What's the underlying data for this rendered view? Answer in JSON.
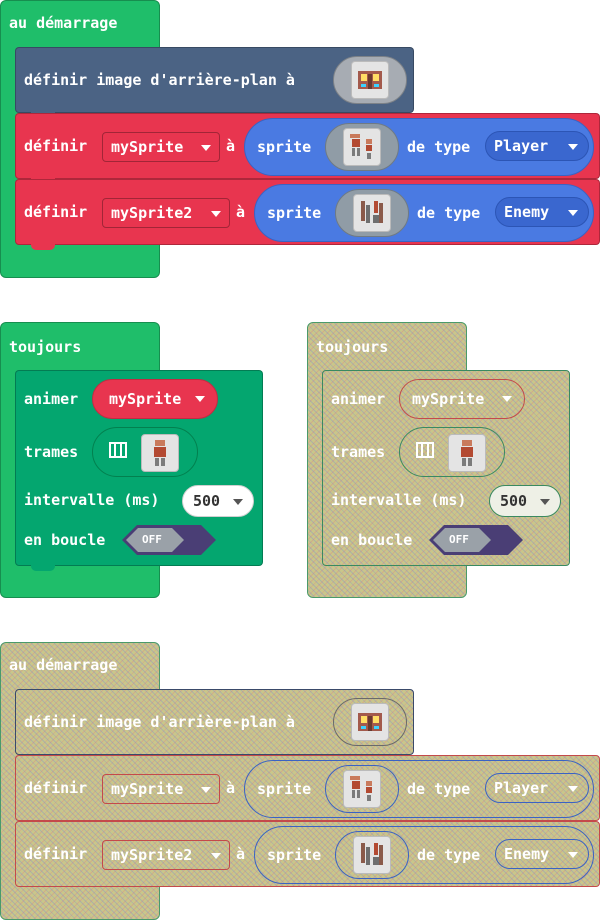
{
  "stack1": {
    "hat_label": "au démarrage",
    "background_label": "définir image d'arrière-plan à",
    "row1": {
      "set_label": "définir",
      "variable": "mySprite",
      "to_label": "à",
      "sprite_label": "sprite",
      "kind_label": "de type",
      "kind": "Player"
    },
    "row2": {
      "set_label": "définir",
      "variable": "mySprite2",
      "to_label": "à",
      "sprite_label": "sprite",
      "kind_label": "de type",
      "kind": "Enemy"
    }
  },
  "stack2": {
    "hat_label": "toujours",
    "animate_label": "animer",
    "animate_var": "mySprite",
    "frames_label": "trames",
    "interval_label": "intervalle (ms)",
    "interval_value": "500",
    "loop_label": "en boucle",
    "loop_value": "OFF"
  },
  "stack3": {
    "hat_label": "toujours",
    "animate_label": "animer",
    "animate_var": "mySprite",
    "frames_label": "trames",
    "interval_label": "intervalle (ms)",
    "interval_value": "500",
    "loop_label": "en boucle",
    "loop_value": "OFF"
  },
  "stack4": {
    "hat_label": "au démarrage",
    "background_label": "définir image d'arrière-plan à",
    "row1": {
      "set_label": "définir",
      "variable": "mySprite",
      "to_label": "à",
      "sprite_label": "sprite",
      "kind_label": "de type",
      "kind": "Player"
    },
    "row2": {
      "set_label": "définir",
      "variable": "mySprite2",
      "to_label": "à",
      "sprite_label": "sprite",
      "kind_label": "de type",
      "kind": "Enemy"
    }
  },
  "colors": {
    "events": "#1fbe6a",
    "scene": "#4b6384",
    "variables": "#e8354f",
    "sprites": "#4a7ae2",
    "animation": "#04a66f",
    "disabled": "#c9c68a"
  },
  "icons": [
    "filmstrip-icon",
    "background-image-icon",
    "player-sprite-icon",
    "enemy-sprite-icon",
    "caret-down-icon"
  ]
}
